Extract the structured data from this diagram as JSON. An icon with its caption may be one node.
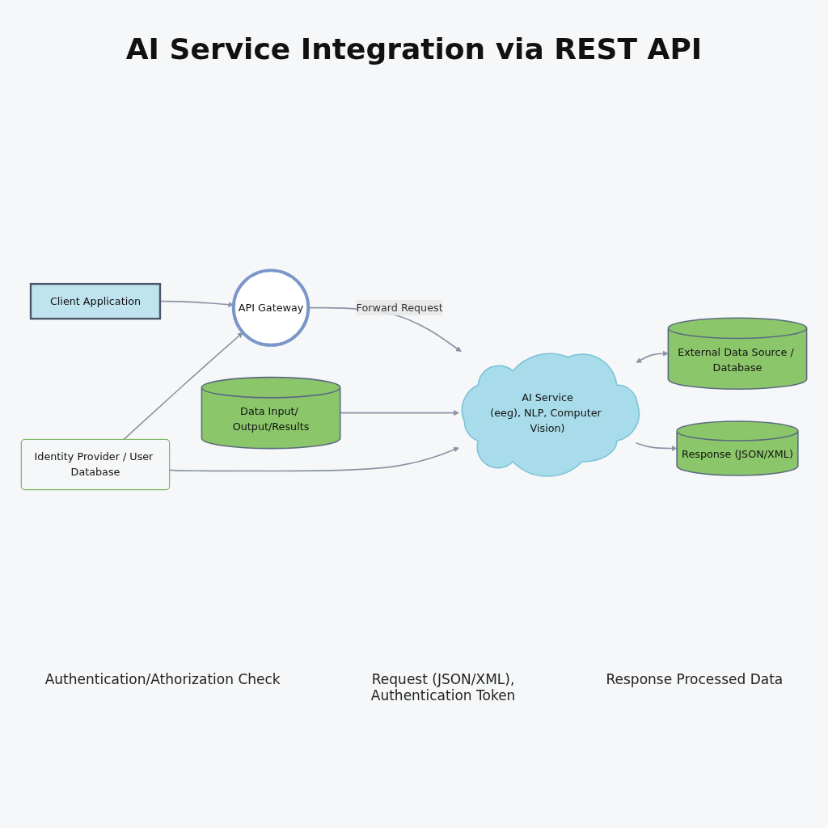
{
  "diagram": {
    "title": "AI Service Integration via REST API",
    "nodes": [
      {
        "text": [
          "Client Application"
        ]
      },
      {
        "text": [
          "API Gateway"
        ]
      },
      {
        "text": [
          "Identity Provider / User Database"
        ]
      },
      {
        "text": [
          "AI Service",
          "(eeg), NLP, Computer Vision)"
        ]
      },
      {
        "text": [
          "Data Input/ Output/Results"
        ]
      },
      {
        "text": [
          "External Data Source / Database"
        ]
      },
      {
        "text": [
          "Response (JSON/XML)"
        ]
      }
    ],
    "edges": [
      {
        "from": 0,
        "to": 1,
        "arrow": "to"
      },
      {
        "from": 2,
        "to": 1,
        "arrow": "to"
      },
      {
        "from": 2,
        "to": 3,
        "arrow": "to"
      },
      {
        "from": 1,
        "to": 3,
        "arrow": "to",
        "label": "Forward Request"
      },
      {
        "from": 4,
        "to": 3,
        "arrow": "to"
      },
      {
        "from": 3,
        "to": 5,
        "arrow": "both"
      },
      {
        "from": 3,
        "to": 6,
        "arrow": "to"
      }
    ],
    "labels": [
      "Authentication/Athorization Check",
      "Request (JSON/XML), Authentication Token",
      "Response Processed Data"
    ]
  }
}
